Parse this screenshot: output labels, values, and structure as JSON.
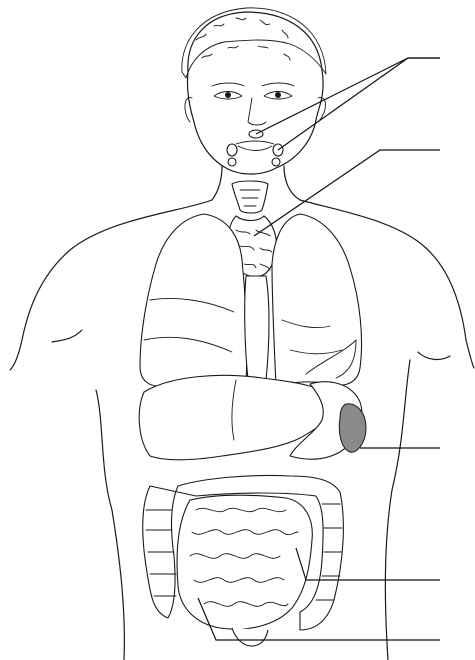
{
  "diagram": {
    "kind": "unlabeled anatomy worksheet",
    "colors": {
      "line": "#1a1a1a",
      "spleen_shade": "#8a8a8a",
      "background": "#ffffff"
    }
  },
  "label_blanks": [
    {
      "id": "blank-1",
      "text": ""
    },
    {
      "id": "blank-2",
      "text": ""
    },
    {
      "id": "blank-3",
      "text": ""
    },
    {
      "id": "blank-4",
      "text": ""
    },
    {
      "id": "blank-5",
      "text": ""
    }
  ]
}
